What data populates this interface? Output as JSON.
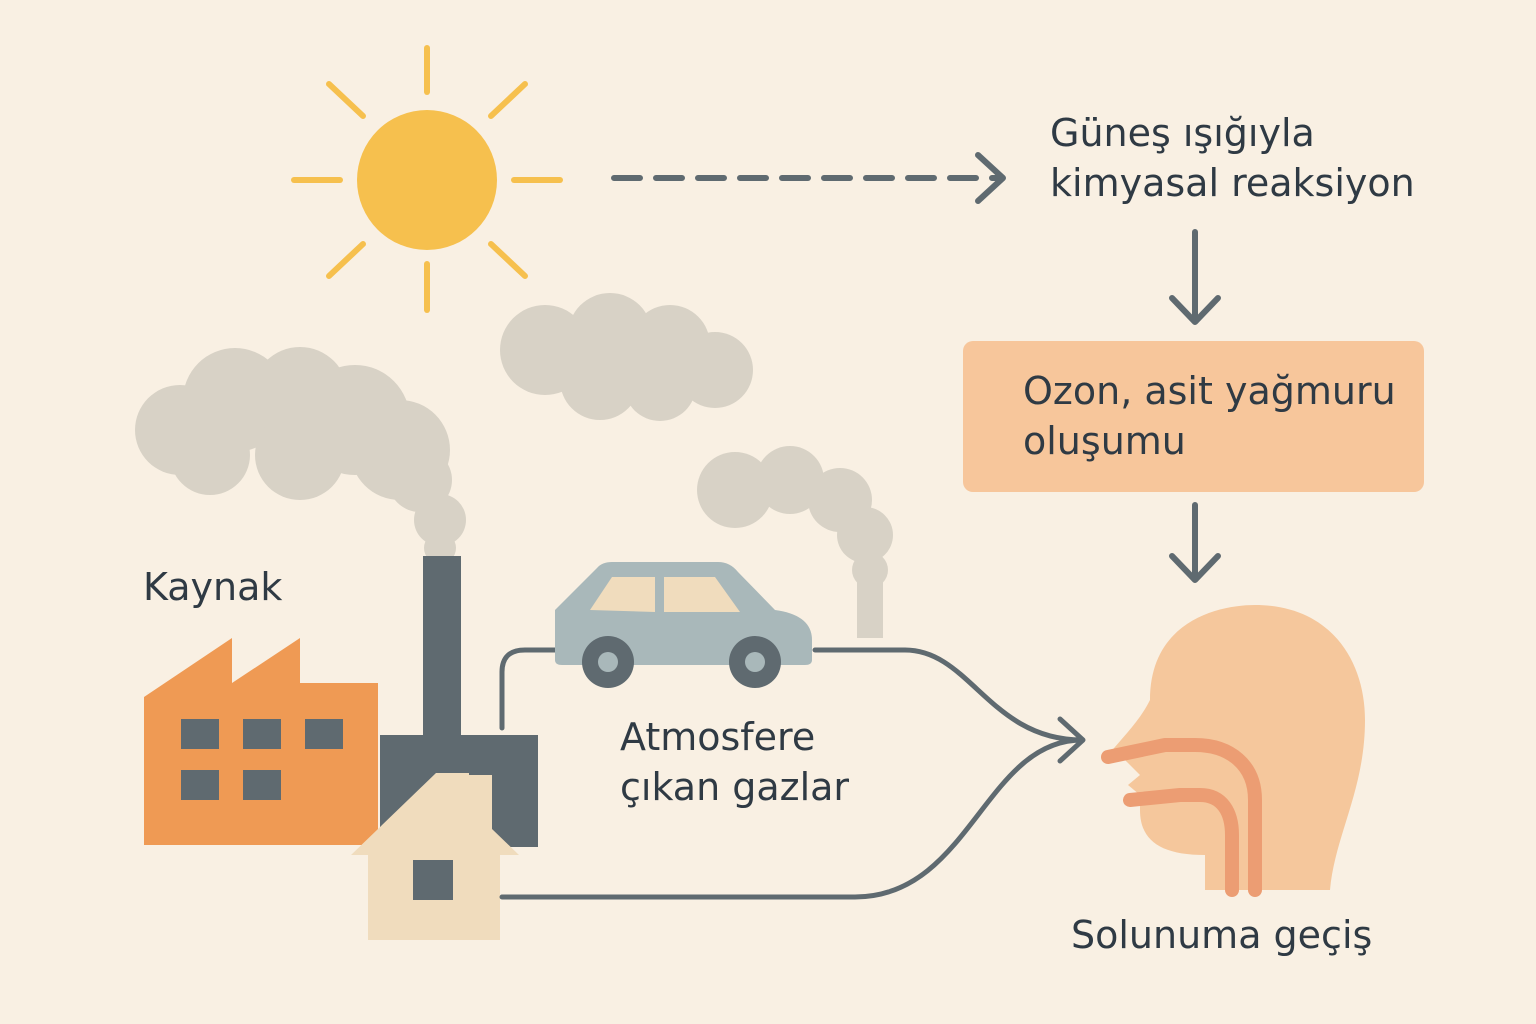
{
  "labels": {
    "source": "Kaynak",
    "reaction": [
      "Güneş ışığıyla",
      "kimyasal reaksiyon"
    ],
    "ozone": [
      "Ozon, asit yağmuru",
      "oluşumu"
    ],
    "emission": [
      "Atmosfere",
      "çıkan gazlar"
    ],
    "respiration": "Solunuma geçiş"
  },
  "icons": [
    "sun-icon",
    "cloud-icon",
    "smoke-icon",
    "factory-icon",
    "chimney-icon",
    "house-icon",
    "car-icon",
    "human-head-icon",
    "arrow-icon"
  ],
  "colors": {
    "background": "#f9f0e3",
    "sun": "#f6c04e",
    "cloud": "#d8d2c6",
    "factory": "#ef9a54",
    "dark": "#5f6a70",
    "house": "#f0dcbd",
    "car": "#a9b8ba",
    "ozone_box": "#f7c69b",
    "skin": "#f5c79c",
    "airway": "#ec9d73",
    "text": "#2f3a44"
  }
}
